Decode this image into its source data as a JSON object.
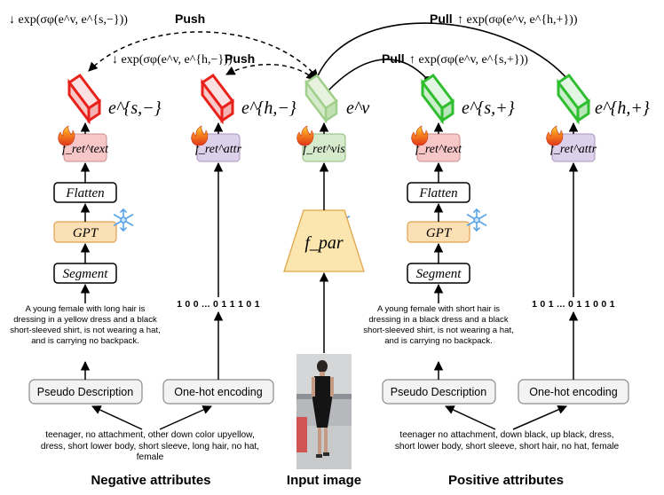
{
  "formulas": {
    "push_top": "↓ exp(σφ(e^v, e^{s,−}))",
    "push_top_label": "Push",
    "push_mid": "↓ exp(σφ(e^v, e^{h,−}))",
    "push_mid_label": "Push",
    "pull_top_label": "Pull",
    "pull_top": "↑ exp(σφ(e^v, e^{h,+}))",
    "pull_mid_label": "Pull",
    "pull_mid": "↑ exp(σφ(e^v, e^{s,+}))"
  },
  "embeddings": {
    "neg_sem": "e^{s,−}",
    "neg_hot": "e^{h,−}",
    "vis": "e^v",
    "pos_sem": "e^{s,+}",
    "pos_hot": "e^{h,+}"
  },
  "modules": {
    "ret_text": "f_ret^text",
    "ret_attr": "f_ret^attr",
    "ret_vis": "f_ret^vis",
    "flatten": "Flatten",
    "gpt": "GPT",
    "segment": "Segment",
    "par": "f_par",
    "pseudo_description": "Pseudo Description",
    "one_hot_encoding": "One-hot encoding"
  },
  "negative": {
    "description": "A young female with long hair is dressing in a yellow dress and a black short-sleeved shirt, is not wearing a hat, and is carrying no backpack.",
    "code": "1 0 0 ... 0 1 1 1 0 1",
    "attributes": "teenager, no attachment, other down color upyellow, dress, short lower body, short sleeve, long hair, no hat, female"
  },
  "positive": {
    "description": "A young female with short hair is dressing in a black dress and a black short-sleeved shirt, is not wearing a hat, and is carrying no backpack.",
    "code": "1 0 1 ... 0 1 1 0 0 1",
    "attributes": "teenager no attachment, down black, up black, dress, short lower body, short sleeve, short hair, no hat, female"
  },
  "captions": {
    "negative": "Negative attributes",
    "input": "Input image",
    "positive": "Positive attributes"
  },
  "colors": {
    "red": "#e8221a",
    "green": "#2fbe2f",
    "vis_green": "#9fcf8a",
    "text_fill": "#f7c6c6",
    "attr_fill": "#ddd0ea",
    "vis_fill": "#d6ebcc",
    "gpt_fill": "#fbe0b5",
    "par_fill": "#fce6b0"
  }
}
